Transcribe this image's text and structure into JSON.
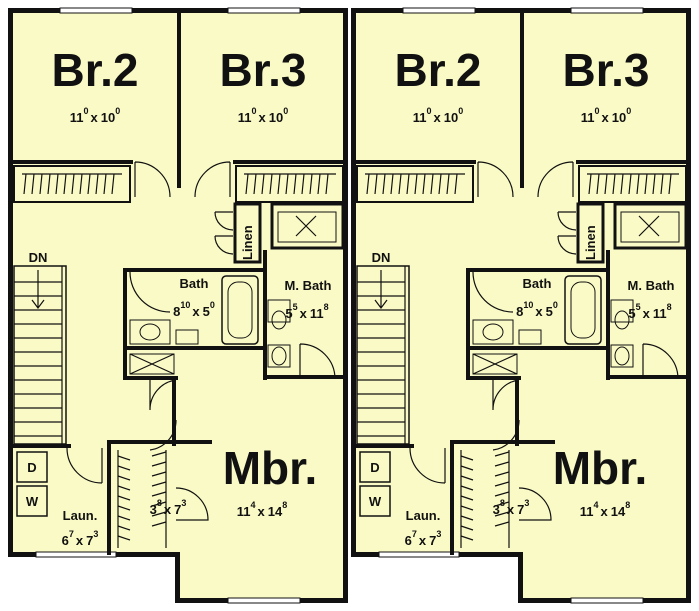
{
  "plan": {
    "bg": "#fafac6",
    "units": [
      {
        "br2": {
          "name": "Br.2",
          "w_ft": "11",
          "w_in": "0",
          "sep": "x",
          "l_ft": "10",
          "l_in": "0"
        },
        "br3": {
          "name": "Br.3",
          "w_ft": "11",
          "w_in": "0",
          "sep": "x",
          "l_ft": "10",
          "l_in": "0"
        },
        "linen": "Linen",
        "bath": {
          "name": "Bath",
          "w_ft": "8",
          "w_in": "10",
          "sep": "x",
          "l_ft": "5",
          "l_in": "0"
        },
        "mbath": {
          "name": "M. Bath",
          "w_ft": "5",
          "w_in": "5",
          "sep": "x",
          "l_ft": "11",
          "l_in": "8"
        },
        "stair": "DN",
        "mbr": {
          "name": "Mbr.",
          "w_ft": "11",
          "w_in": "4",
          "sep": "x",
          "l_ft": "14",
          "l_in": "8"
        },
        "closet": {
          "w_ft": "3",
          "w_in": "8",
          "sep": "x",
          "l_ft": "7",
          "l_in": "3"
        },
        "laun": {
          "name": "Laun.",
          "w_ft": "6",
          "w_in": "7",
          "sep": "x",
          "l_ft": "7",
          "l_in": "3"
        },
        "dryer": "D",
        "washer": "W"
      },
      {
        "br2": {
          "name": "Br.2",
          "w_ft": "11",
          "w_in": "0",
          "sep": "x",
          "l_ft": "10",
          "l_in": "0"
        },
        "br3": {
          "name": "Br.3",
          "w_ft": "11",
          "w_in": "0",
          "sep": "x",
          "l_ft": "10",
          "l_in": "0"
        },
        "linen": "Linen",
        "bath": {
          "name": "Bath",
          "w_ft": "8",
          "w_in": "10",
          "sep": "x",
          "l_ft": "5",
          "l_in": "0"
        },
        "mbath": {
          "name": "M. Bath",
          "w_ft": "5",
          "w_in": "5",
          "sep": "x",
          "l_ft": "11",
          "l_in": "8"
        },
        "stair": "DN",
        "mbr": {
          "name": "Mbr.",
          "w_ft": "11",
          "w_in": "4",
          "sep": "x",
          "l_ft": "14",
          "l_in": "8"
        },
        "closet": {
          "w_ft": "3",
          "w_in": "8",
          "sep": "x",
          "l_ft": "7",
          "l_in": "3"
        },
        "laun": {
          "name": "Laun.",
          "w_ft": "6",
          "w_in": "7",
          "sep": "x",
          "l_ft": "7",
          "l_in": "3"
        },
        "dryer": "D",
        "washer": "W"
      }
    ]
  }
}
